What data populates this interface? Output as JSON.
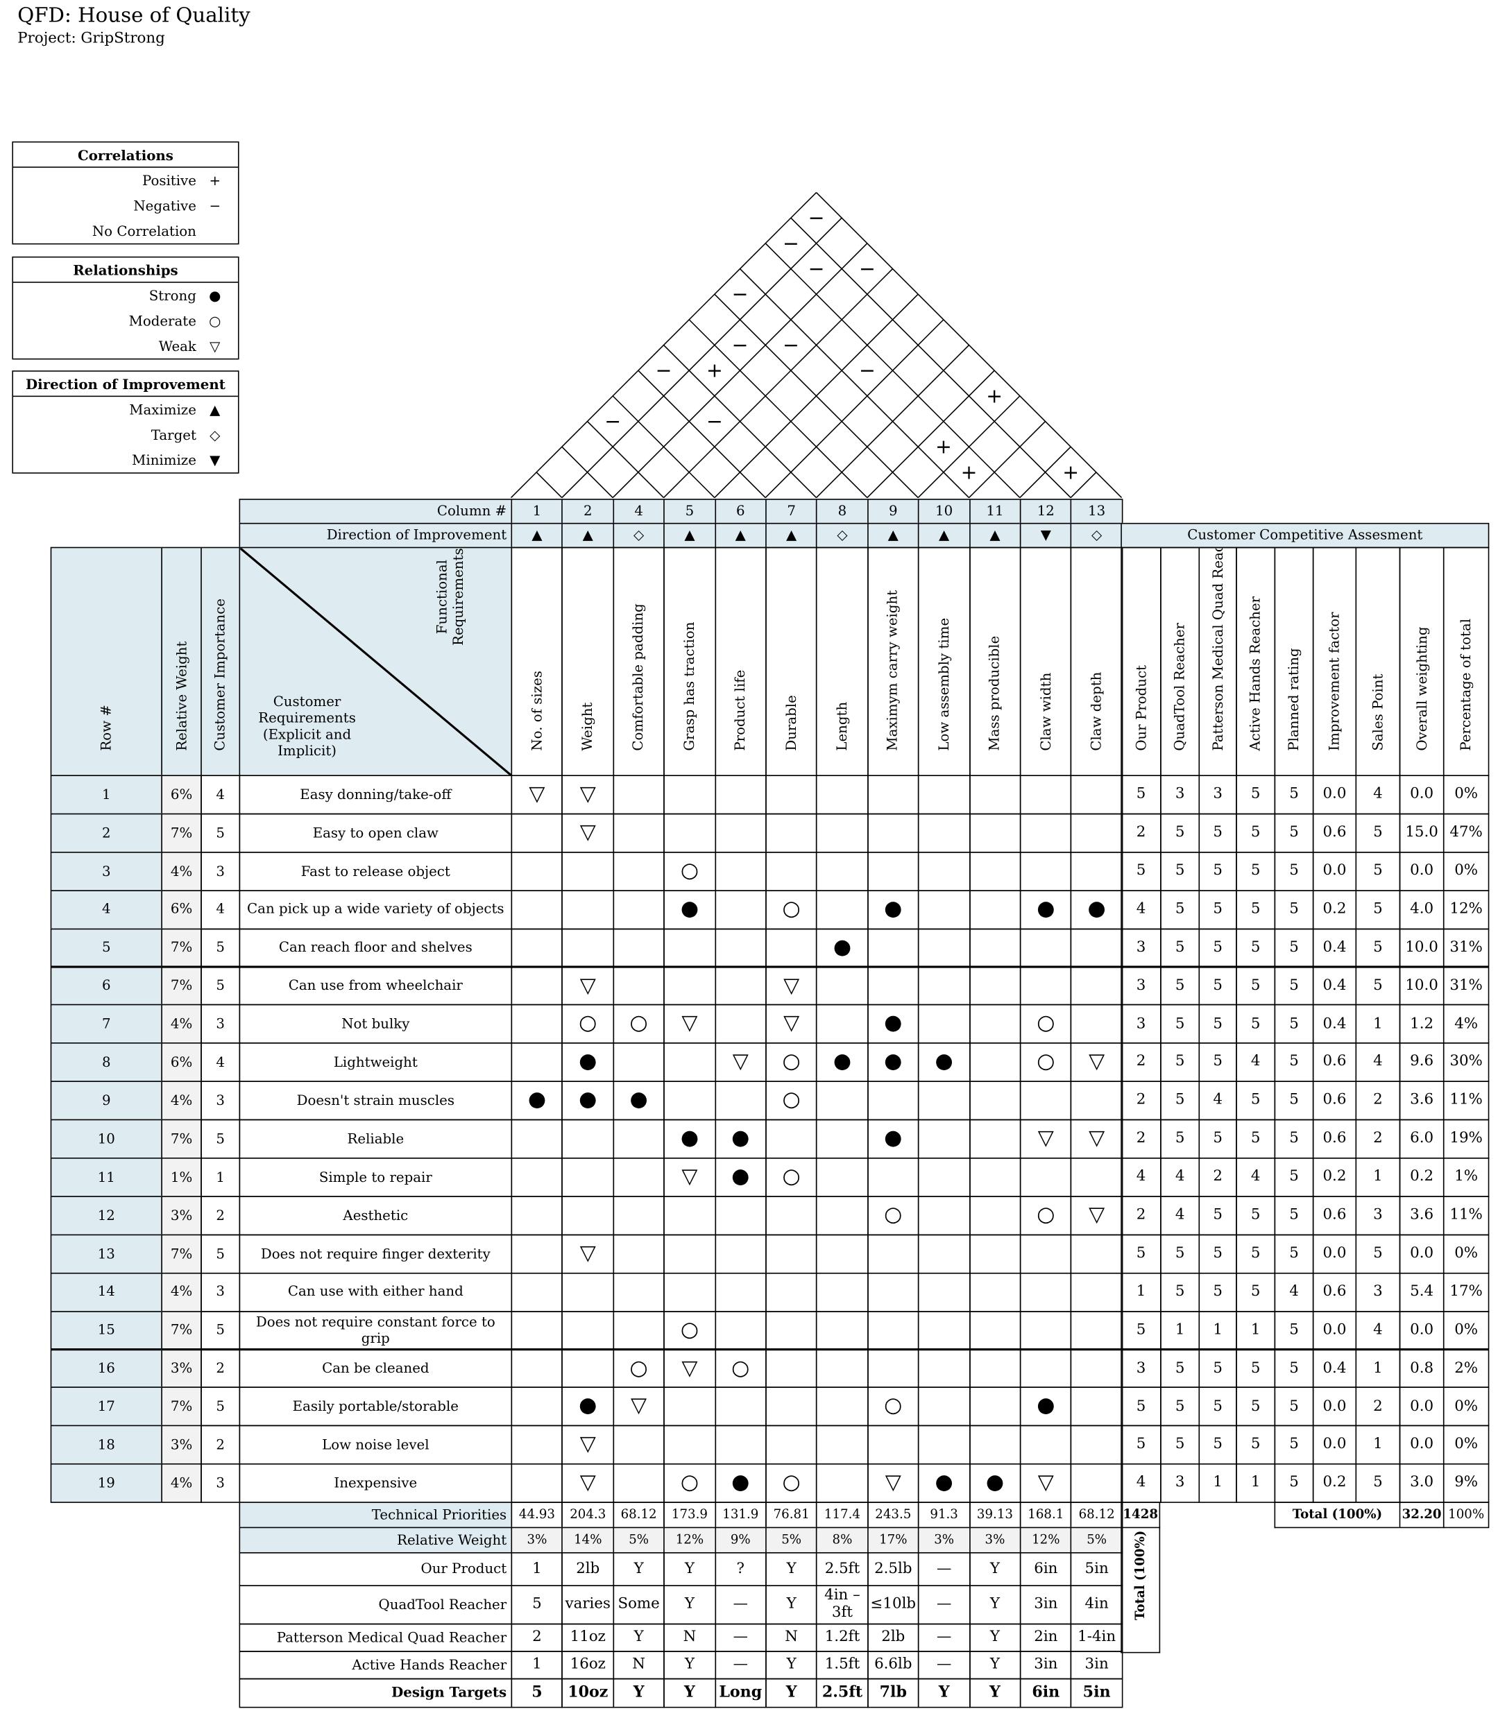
{
  "title": "QFD: House of Quality",
  "subtitle": "Project: GripStrong",
  "legends": {
    "correlations": {
      "title": "Correlations",
      "items": [
        {
          "label": "Positive",
          "sym": "+"
        },
        {
          "label": "Negative",
          "sym": "−"
        },
        {
          "label": "No Correlation",
          "sym": ""
        }
      ]
    },
    "relationships": {
      "title": "Relationships",
      "items": [
        {
          "label": "Strong",
          "sym": "●"
        },
        {
          "label": "Moderate",
          "sym": "○"
        },
        {
          "label": "Weak",
          "sym": "▽"
        }
      ]
    },
    "direction": {
      "title": "Direction of Improvement",
      "items": [
        {
          "label": "Maximize",
          "sym": "▲"
        },
        {
          "label": "Target",
          "sym": "◇"
        },
        {
          "label": "Minimize",
          "sym": "▼"
        }
      ]
    }
  },
  "labels": {
    "column_num": "Column #",
    "direction_of_improvement": "Direction of Improvement",
    "customer_competitive_assessment": "Customer Competitive Assesment",
    "row_num": "Row #",
    "relative_weight": "Relative Weight",
    "customer_importance": "Customer Importance",
    "functional_requirements": "Functional Requirements",
    "customer_requirements": "Customer Requirements (Explicit and Implicit)",
    "technical_priorities": "Technical Priorities",
    "relative_weight_row": "Relative Weight",
    "total_vertical": "Total (100%)",
    "total_100": "Total (100%)",
    "total_priorities": "1428",
    "total_weighting": "32.20",
    "total_percent": "100%"
  },
  "columns": [
    {
      "num": "1",
      "dir": "▲",
      "name": "No. of sizes",
      "tech_priority": "44.93",
      "rel_weight": "3%"
    },
    {
      "num": "2",
      "dir": "▲",
      "name": "Weight",
      "tech_priority": "204.3",
      "rel_weight": "14%"
    },
    {
      "num": "4",
      "dir": "◇",
      "name": "Comfortable padding",
      "tech_priority": "68.12",
      "rel_weight": "5%"
    },
    {
      "num": "5",
      "dir": "▲",
      "name": "Grasp has traction",
      "tech_priority": "173.9",
      "rel_weight": "12%"
    },
    {
      "num": "6",
      "dir": "▲",
      "name": "Product life",
      "tech_priority": "131.9",
      "rel_weight": "9%"
    },
    {
      "num": "7",
      "dir": "▲",
      "name": "Durable",
      "tech_priority": "76.81",
      "rel_weight": "5%"
    },
    {
      "num": "8",
      "dir": "◇",
      "name": "Length",
      "tech_priority": "117.4",
      "rel_weight": "8%"
    },
    {
      "num": "9",
      "dir": "▲",
      "name": "Maximym carry weight",
      "tech_priority": "243.5",
      "rel_weight": "17%"
    },
    {
      "num": "10",
      "dir": "▲",
      "name": "Low assembly time",
      "tech_priority": "91.3",
      "rel_weight": "3%"
    },
    {
      "num": "11",
      "dir": "▲",
      "name": "Mass producible",
      "tech_priority": "39.13",
      "rel_weight": "3%"
    },
    {
      "num": "12",
      "dir": "▼",
      "name": "Claw width",
      "tech_priority": "168.1",
      "rel_weight": "12%"
    },
    {
      "num": "13",
      "dir": "◇",
      "name": "Claw depth",
      "tech_priority": "68.12",
      "rel_weight": "5%"
    }
  ],
  "competitive_headers": [
    "Our Product",
    "QuadTool Reacher",
    "Patterson Medical Quad Reacher",
    "Active Hands Reacher",
    "Planned rating",
    "Improvement factor",
    "Sales Point",
    "Overall weighting",
    "Percentage of total"
  ],
  "rows": [
    {
      "num": "1",
      "weight": "6%",
      "importance": "4",
      "req": "Easy donning/take-off",
      "rel": [
        "▽",
        "▽",
        "",
        "",
        "",
        "",
        "",
        "",
        "",
        "",
        "",
        ""
      ],
      "comp": [
        "5",
        "3",
        "3",
        "5",
        "5",
        "0.0",
        "4",
        "0.0",
        "0%"
      ]
    },
    {
      "num": "2",
      "weight": "7%",
      "importance": "5",
      "req": "Easy to open claw",
      "rel": [
        "",
        "▽",
        "",
        "",
        "",
        "",
        "",
        "",
        "",
        "",
        "",
        ""
      ],
      "comp": [
        "2",
        "5",
        "5",
        "5",
        "5",
        "0.6",
        "5",
        "15.0",
        "47%"
      ]
    },
    {
      "num": "3",
      "weight": "4%",
      "importance": "3",
      "req": "Fast to release object",
      "rel": [
        "",
        "",
        "",
        "○",
        "",
        "",
        "",
        "",
        "",
        "",
        "",
        ""
      ],
      "comp": [
        "5",
        "5",
        "5",
        "5",
        "5",
        "0.0",
        "5",
        "0.0",
        "0%"
      ]
    },
    {
      "num": "4",
      "weight": "6%",
      "importance": "4",
      "req": "Can pick up a wide variety of objects",
      "rel": [
        "",
        "",
        "",
        "●",
        "",
        "○",
        "",
        "●",
        "",
        "",
        "●",
        "●"
      ],
      "comp": [
        "4",
        "5",
        "5",
        "5",
        "5",
        "0.2",
        "5",
        "4.0",
        "12%"
      ]
    },
    {
      "num": "5",
      "weight": "7%",
      "importance": "5",
      "req": "Can reach floor and shelves",
      "rel": [
        "",
        "",
        "",
        "",
        "",
        "",
        "●",
        "",
        "",
        "",
        "",
        ""
      ],
      "comp": [
        "3",
        "5",
        "5",
        "5",
        "5",
        "0.4",
        "5",
        "10.0",
        "31%"
      ]
    },
    {
      "num": "6",
      "weight": "7%",
      "importance": "5",
      "req": "Can use from wheelchair",
      "rel": [
        "",
        "▽",
        "",
        "",
        "",
        "▽",
        "",
        "",
        "",
        "",
        "",
        ""
      ],
      "comp": [
        "3",
        "5",
        "5",
        "5",
        "5",
        "0.4",
        "5",
        "10.0",
        "31%"
      ]
    },
    {
      "num": "7",
      "weight": "4%",
      "importance": "3",
      "req": "Not bulky",
      "rel": [
        "",
        "○",
        "○",
        "▽",
        "",
        "▽",
        "",
        "●",
        "",
        "",
        "○",
        ""
      ],
      "comp": [
        "3",
        "5",
        "5",
        "5",
        "5",
        "0.4",
        "1",
        "1.2",
        "4%"
      ]
    },
    {
      "num": "8",
      "weight": "6%",
      "importance": "4",
      "req": "Lightweight",
      "rel": [
        "",
        "●",
        "",
        "",
        "▽",
        "○",
        "●",
        "●",
        "●",
        "",
        "○",
        "▽"
      ],
      "comp": [
        "2",
        "5",
        "5",
        "4",
        "5",
        "0.6",
        "4",
        "9.6",
        "30%"
      ]
    },
    {
      "num": "9",
      "weight": "4%",
      "importance": "3",
      "req": "Doesn't strain muscles",
      "rel": [
        "●",
        "●",
        "●",
        "",
        "",
        "○",
        "",
        "",
        "",
        "",
        "",
        ""
      ],
      "comp": [
        "2",
        "5",
        "4",
        "5",
        "5",
        "0.6",
        "2",
        "3.6",
        "11%"
      ]
    },
    {
      "num": "10",
      "weight": "7%",
      "importance": "5",
      "req": "Reliable",
      "rel": [
        "",
        "",
        "",
        "●",
        "●",
        "",
        "",
        "●",
        "",
        "",
        "▽",
        "▽"
      ],
      "comp": [
        "2",
        "5",
        "5",
        "5",
        "5",
        "0.6",
        "2",
        "6.0",
        "19%"
      ]
    },
    {
      "num": "11",
      "weight": "1%",
      "importance": "1",
      "req": "Simple to repair",
      "rel": [
        "",
        "",
        "",
        "▽",
        "●",
        "○",
        "",
        "",
        "",
        "",
        "",
        ""
      ],
      "comp": [
        "4",
        "4",
        "2",
        "4",
        "5",
        "0.2",
        "1",
        "0.2",
        "1%"
      ]
    },
    {
      "num": "12",
      "weight": "3%",
      "importance": "2",
      "req": "Aesthetic",
      "rel": [
        "",
        "",
        "",
        "",
        "",
        "",
        "",
        "○",
        "",
        "",
        "○",
        "▽"
      ],
      "comp": [
        "2",
        "4",
        "5",
        "5",
        "5",
        "0.6",
        "3",
        "3.6",
        "11%"
      ]
    },
    {
      "num": "13",
      "weight": "7%",
      "importance": "5",
      "req": "Does not require finger dexterity",
      "rel": [
        "",
        "▽",
        "",
        "",
        "",
        "",
        "",
        "",
        "",
        "",
        "",
        ""
      ],
      "comp": [
        "5",
        "5",
        "5",
        "5",
        "5",
        "0.0",
        "5",
        "0.0",
        "0%"
      ]
    },
    {
      "num": "14",
      "weight": "4%",
      "importance": "3",
      "req": "Can use with either hand",
      "rel": [
        "",
        "",
        "",
        "",
        "",
        "",
        "",
        "",
        "",
        "",
        "",
        ""
      ],
      "comp": [
        "1",
        "5",
        "5",
        "5",
        "4",
        "0.6",
        "3",
        "5.4",
        "17%"
      ]
    },
    {
      "num": "15",
      "weight": "7%",
      "importance": "5",
      "req": "Does not require constant force to grip",
      "rel": [
        "",
        "",
        "",
        "○",
        "",
        "",
        "",
        "",
        "",
        "",
        "",
        ""
      ],
      "comp": [
        "5",
        "1",
        "1",
        "1",
        "5",
        "0.0",
        "4",
        "0.0",
        "0%"
      ]
    },
    {
      "num": "16",
      "weight": "3%",
      "importance": "2",
      "req": "Can be cleaned",
      "rel": [
        "",
        "",
        "○",
        "▽",
        "○",
        "",
        "",
        "",
        "",
        "",
        "",
        ""
      ],
      "comp": [
        "3",
        "5",
        "5",
        "5",
        "5",
        "0.4",
        "1",
        "0.8",
        "2%"
      ]
    },
    {
      "num": "17",
      "weight": "7%",
      "importance": "5",
      "req": "Easily portable/storable",
      "rel": [
        "",
        "●",
        "▽",
        "",
        "",
        "",
        "",
        "○",
        "",
        "",
        "●",
        ""
      ],
      "comp": [
        "5",
        "5",
        "5",
        "5",
        "5",
        "0.0",
        "2",
        "0.0",
        "0%"
      ]
    },
    {
      "num": "18",
      "weight": "3%",
      "importance": "2",
      "req": "Low noise level",
      "rel": [
        "",
        "▽",
        "",
        "",
        "",
        "",
        "",
        "",
        "",
        "",
        "",
        ""
      ],
      "comp": [
        "5",
        "5",
        "5",
        "5",
        "5",
        "0.0",
        "1",
        "0.0",
        "0%"
      ]
    },
    {
      "num": "19",
      "weight": "4%",
      "importance": "3",
      "req": "Inexpensive",
      "rel": [
        "",
        "▽",
        "",
        "○",
        "●",
        "○",
        "",
        "▽",
        "●",
        "●",
        "▽",
        ""
      ],
      "comp": [
        "4",
        "3",
        "1",
        "1",
        "5",
        "0.2",
        "5",
        "3.0",
        "9%"
      ]
    }
  ],
  "benchmarks": [
    {
      "label": "Our Product",
      "values": [
        "1",
        "2lb",
        "Y",
        "Y",
        "?",
        "Y",
        "2.5ft",
        "2.5lb",
        "—",
        "Y",
        "6in",
        "5in"
      ]
    },
    {
      "label": "QuadTool Reacher",
      "values": [
        "5",
        "varies",
        "Some",
        "Y",
        "—",
        "Y",
        "4in – 3ft",
        "≤10lb",
        "—",
        "Y",
        "3in",
        "4in"
      ]
    },
    {
      "label": "Patterson Medical Quad Reacher",
      "values": [
        "2",
        "11oz",
        "Y",
        "N",
        "—",
        "N",
        "1.2ft",
        "2lb",
        "—",
        "Y",
        "2in",
        "1-4in"
      ]
    },
    {
      "label": "Active Hands Reacher",
      "values": [
        "1",
        "16oz",
        "N",
        "Y",
        "—",
        "Y",
        "1.5ft",
        "6.6lb",
        "—",
        "Y",
        "3in",
        "3in"
      ]
    },
    {
      "label": "Design Targets",
      "values": [
        "5",
        "10oz",
        "Y",
        "Y",
        "Long",
        "Y",
        "2.5ft",
        "7lb",
        "Y",
        "Y",
        "6in",
        "5in"
      ]
    }
  ],
  "roof_marks": [
    {
      "a": 1,
      "b": 4,
      "sym": "−"
    },
    {
      "a": 2,
      "b": 7,
      "sym": "+"
    },
    {
      "a": 3,
      "b": 6,
      "sym": "−"
    },
    {
      "a": 3,
      "b": 9,
      "sym": "−"
    },
    {
      "a": 1,
      "b": 6,
      "sym": "−"
    },
    {
      "a": 2,
      "b": 8,
      "sym": "−"
    },
    {
      "a": 1,
      "b": 9,
      "sym": "−"
    },
    {
      "a": 1,
      "b": 12,
      "sym": "−"
    },
    {
      "a": 1,
      "b": 11,
      "sym": "−"
    },
    {
      "a": 2,
      "b": 11,
      "sym": "−"
    },
    {
      "a": 3,
      "b": 12,
      "sym": "−"
    },
    {
      "a": 8,
      "b": 10,
      "sym": "+"
    },
    {
      "a": 8,
      "b": 12,
      "sym": "+"
    },
    {
      "a": 9,
      "b": 10,
      "sym": "+"
    },
    {
      "a": 11,
      "b": 12,
      "sym": "+"
    },
    {
      "a": 5,
      "b": 10,
      "sym": "−"
    }
  ]
}
